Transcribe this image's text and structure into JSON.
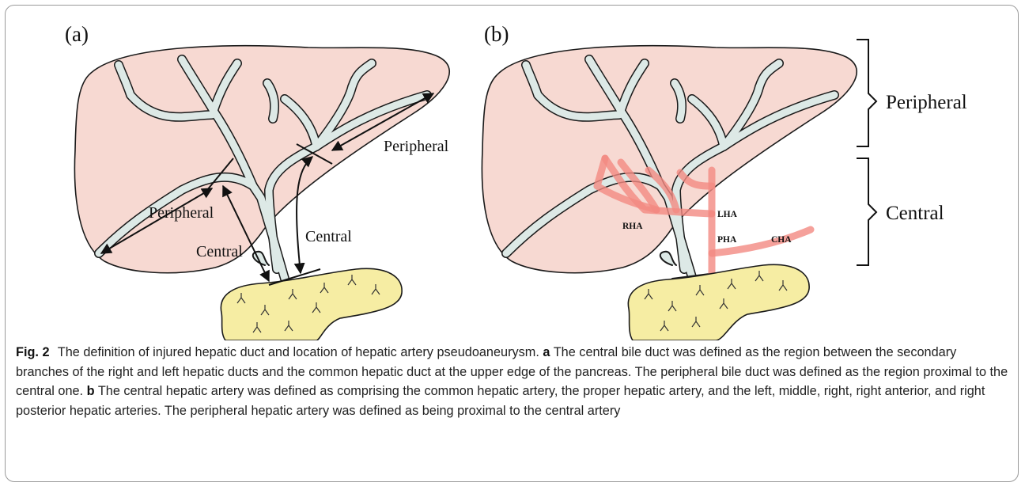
{
  "panels": {
    "a": {
      "label": "(a)",
      "annotations": {
        "peripheral_right": "Peripheral",
        "peripheral_left": "Peripheral",
        "central_left": "Central",
        "central_right": "Central"
      }
    },
    "b": {
      "label": "(b)",
      "arteries": {
        "rha": "RHA",
        "lha": "LHA",
        "pha": "PHA",
        "cha": "CHA"
      },
      "brackets": {
        "peripheral": "Peripheral",
        "central": "Central"
      }
    }
  },
  "caption": {
    "fig_label": "Fig. 2",
    "intro": "The definition of injured hepatic duct and location of hepatic artery pseudoaneurysm.",
    "a_marker": "a",
    "a_text": "The central bile duct was defined as the region between the secondary branches of the right and left hepatic ducts and the common hepatic duct at the upper edge of the pancreas. The peripheral bile duct was defined as the region proximal to the central one.",
    "b_marker": "b",
    "b_text": "The central hepatic artery was defined as comprising the common hepatic artery, the proper hepatic artery, and the left, middle, right, right anterior, and right posterior hepatic arteries. The peripheral hepatic artery was defined as being proximal to the central artery"
  },
  "colors": {
    "liver_fill": "#f7d9d2",
    "duct_fill": "#dde9e6",
    "pancreas_fill": "#f6eda3",
    "artery": "#f28a82",
    "outline": "#1a1a1a"
  }
}
